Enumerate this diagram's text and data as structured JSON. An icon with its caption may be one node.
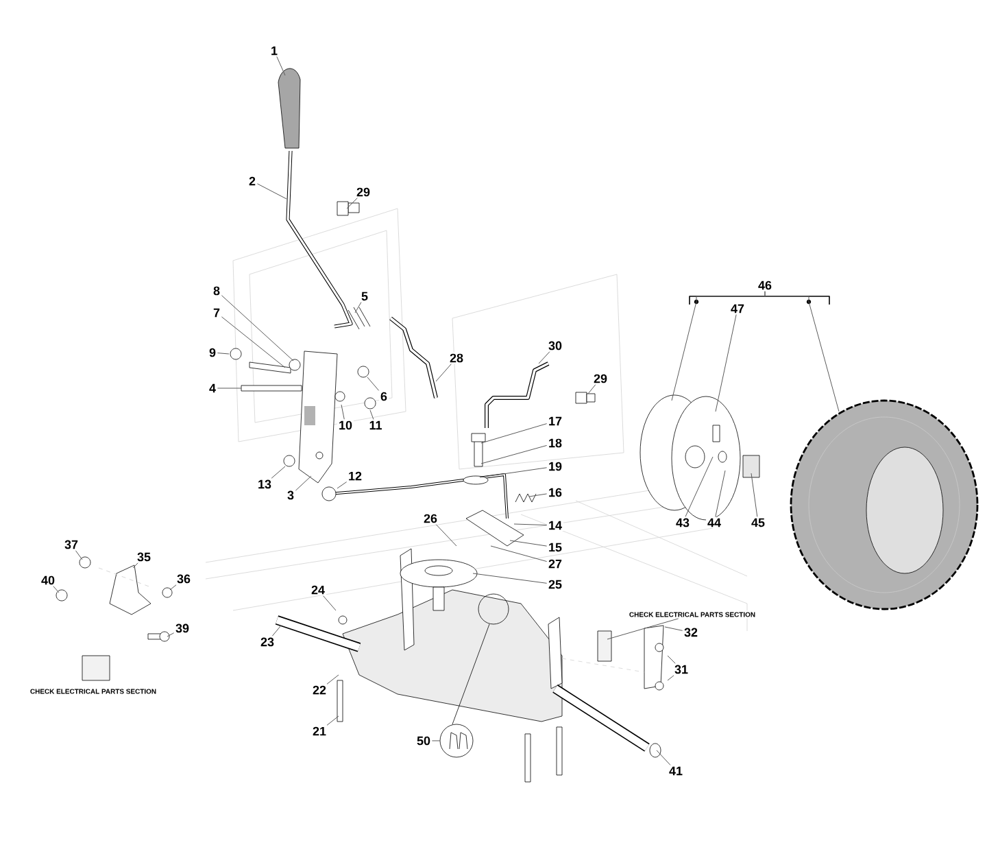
{
  "diagram": {
    "nodes": [
      {
        "text": [
          "1"
        ]
      },
      {
        "text": [
          "2"
        ]
      },
      {
        "text": [
          "29"
        ]
      },
      {
        "text": [
          "46"
        ]
      },
      {
        "text": [
          "47"
        ]
      },
      {
        "text": [
          "8"
        ]
      },
      {
        "text": [
          "5"
        ]
      },
      {
        "text": [
          "7"
        ]
      },
      {
        "text": [
          "30"
        ]
      },
      {
        "text": [
          "28"
        ]
      },
      {
        "text": [
          "9"
        ]
      },
      {
        "text": [
          "6"
        ]
      },
      {
        "text": [
          "4"
        ]
      },
      {
        "text": [
          "29"
        ]
      },
      {
        "text": [
          "17"
        ]
      },
      {
        "text": [
          "10"
        ]
      },
      {
        "text": [
          "11"
        ]
      },
      {
        "text": [
          "18"
        ]
      },
      {
        "text": [
          "19"
        ]
      },
      {
        "text": [
          "13"
        ]
      },
      {
        "text": [
          "12"
        ]
      },
      {
        "text": [
          "16"
        ]
      },
      {
        "text": [
          "3"
        ]
      },
      {
        "text": [
          "26"
        ]
      },
      {
        "text": [
          "43"
        ]
      },
      {
        "text": [
          "44"
        ]
      },
      {
        "text": [
          "45"
        ]
      },
      {
        "text": [
          "14"
        ]
      },
      {
        "text": [
          "37"
        ]
      },
      {
        "text": [
          "15"
        ]
      },
      {
        "text": [
          "35"
        ]
      },
      {
        "text": [
          "27"
        ]
      },
      {
        "text": [
          "36"
        ]
      },
      {
        "text": [
          "40"
        ]
      },
      {
        "text": [
          "25"
        ]
      },
      {
        "text": [
          "24"
        ]
      },
      {
        "text": [
          "CHECK ELECTRICAL PARTS SECTION"
        ]
      },
      {
        "text": [
          "39"
        ]
      },
      {
        "text": [
          "32"
        ]
      },
      {
        "text": [
          "23"
        ]
      },
      {
        "text": [
          "31"
        ]
      },
      {
        "text": [
          "22"
        ]
      },
      {
        "text": [
          "21"
        ]
      },
      {
        "text": [
          "50"
        ]
      },
      {
        "text": [
          "41"
        ]
      }
    ],
    "edges": [
      {
        "from": 0,
        "to": null,
        "arrow": "none"
      },
      {
        "from": 1,
        "to": null,
        "arrow": "none"
      },
      {
        "from": 2,
        "to": null,
        "arrow": "none"
      },
      {
        "from": 3,
        "to": null,
        "arrow": "none"
      },
      {
        "from": 4,
        "to": null,
        "arrow": "none"
      },
      {
        "from": 5,
        "to": null,
        "arrow": "none"
      },
      {
        "from": 6,
        "to": null,
        "arrow": "none"
      },
      {
        "from": 7,
        "to": null,
        "arrow": "none"
      },
      {
        "from": 8,
        "to": null,
        "arrow": "none"
      },
      {
        "from": 9,
        "to": null,
        "arrow": "none"
      },
      {
        "from": 10,
        "to": null,
        "arrow": "none"
      },
      {
        "from": 11,
        "to": null,
        "arrow": "none"
      },
      {
        "from": 12,
        "to": null,
        "arrow": "none"
      },
      {
        "from": 13,
        "to": null,
        "arrow": "none"
      },
      {
        "from": 14,
        "to": null,
        "arrow": "none"
      },
      {
        "from": 15,
        "to": null,
        "arrow": "none"
      },
      {
        "from": 16,
        "to": null,
        "arrow": "none"
      },
      {
        "from": 17,
        "to": null,
        "arrow": "none"
      },
      {
        "from": 18,
        "to": null,
        "arrow": "none"
      },
      {
        "from": 19,
        "to": null,
        "arrow": "none"
      },
      {
        "from": 20,
        "to": null,
        "arrow": "none"
      },
      {
        "from": 21,
        "to": null,
        "arrow": "none"
      },
      {
        "from": 22,
        "to": null,
        "arrow": "none"
      },
      {
        "from": 23,
        "to": null,
        "arrow": "none"
      },
      {
        "from": 24,
        "to": null,
        "arrow": "none"
      },
      {
        "from": 25,
        "to": null,
        "arrow": "none"
      },
      {
        "from": 26,
        "to": null,
        "arrow": "none"
      },
      {
        "from": 27,
        "to": null,
        "arrow": "none"
      },
      {
        "from": 28,
        "to": null,
        "arrow": "none"
      },
      {
        "from": 29,
        "to": null,
        "arrow": "none"
      },
      {
        "from": 30,
        "to": null,
        "arrow": "none"
      },
      {
        "from": 31,
        "to": null,
        "arrow": "none"
      },
      {
        "from": 32,
        "to": null,
        "arrow": "none"
      },
      {
        "from": 33,
        "to": null,
        "arrow": "none"
      },
      {
        "from": 34,
        "to": null,
        "arrow": "none"
      },
      {
        "from": 35,
        "to": null,
        "arrow": "none"
      },
      {
        "from": 36,
        "to": null,
        "arrow": "none"
      },
      {
        "from": 37,
        "to": null,
        "arrow": "none"
      },
      {
        "from": 38,
        "to": null,
        "arrow": "none"
      },
      {
        "from": 39,
        "to": null,
        "arrow": "none"
      },
      {
        "from": 40,
        "to": null,
        "arrow": "none"
      },
      {
        "from": 41,
        "to": null,
        "arrow": "none"
      },
      {
        "from": 42,
        "to": null,
        "arrow": "none"
      },
      {
        "from": 43,
        "to": null,
        "arrow": "none"
      },
      {
        "from": 44,
        "to": null,
        "arrow": "none"
      },
      {
        "from": 3,
        "to": null,
        "arrow": "none"
      },
      {
        "from": 40,
        "to": null,
        "arrow": "none"
      }
    ],
    "labels": [
      "CHECK ELECTRICAL PARTS SECTION"
    ]
  }
}
